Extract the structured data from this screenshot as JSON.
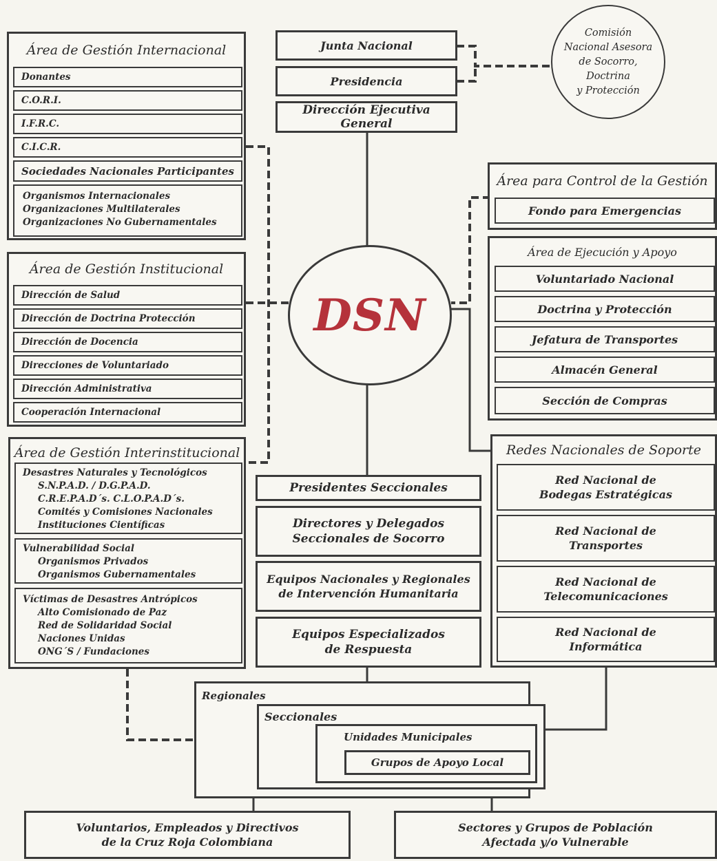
{
  "top": {
    "junta": "Junta Nacional",
    "presidencia": "Presidencia",
    "direccion": "Dirección Ejecutiva General",
    "comision": [
      "Comisión",
      "Nacional Asesora",
      "de Socorro,",
      "Doctrina",
      "y Protección"
    ]
  },
  "internacional": {
    "title": "Área de Gestión Internacional",
    "items": [
      "Donantes",
      "C.O.R.I.",
      "I.F.R.C.",
      "C.I.C.R."
    ],
    "sociedades": "Sociedades Nacionales Participantes",
    "organismos": [
      "Organismos Internacionales",
      "Organizaciones Multilaterales",
      "Organizaciones No Gubernamentales"
    ]
  },
  "institucional": {
    "title": "Área de Gestión Institucional",
    "items": [
      "Dirección de Salud",
      "Dirección de Doctrina Protección",
      "Dirección de Docencia",
      "Direcciones de Voluntariado",
      "Dirección Administrativa",
      "Cooperación Internacional"
    ]
  },
  "interinstitucional": {
    "title": "Área de Gestión Interinstitucional",
    "groups": [
      {
        "head": "Desastres Naturales y Tecnológicos",
        "items": [
          "S.N.P.A.D. / D.G.P.A.D.",
          "C.R.E.P.A.D´s. C.L.O.P.A.D´s.",
          "Comités y Comisiones Nacionales",
          "Instituciones Científicas"
        ]
      },
      {
        "head": "Vulnerabilidad Social",
        "items": [
          "Organismos Privados",
          "Organismos Gubernamentales"
        ]
      },
      {
        "head": "Víctimas de Desastres Antrópicos",
        "items": [
          "Alto Comisionado de Paz",
          "Red de Solidaridad Social",
          "Naciones Unidas",
          "ONG´S / Fundaciones"
        ]
      }
    ]
  },
  "center": {
    "label": "DSN"
  },
  "control": {
    "title": "Área para Control de la Gestión",
    "item": "Fondo para Emergencias"
  },
  "ejecucion": {
    "title": "Área de Ejecución y Apoyo",
    "items": [
      "Voluntariado Nacional",
      "Doctrina y Protección",
      "Jefatura de Transportes",
      "Almacén General",
      "Sección de Compras"
    ]
  },
  "redes": {
    "title": "Redes Nacionales de Soporte",
    "items": [
      [
        "Red Nacional de",
        "Bodegas Estratégicas"
      ],
      [
        "Red Nacional de",
        "Transportes"
      ],
      [
        "Red Nacional de",
        "Telecomunicaciones"
      ],
      [
        "Red Nacional de",
        "Informática"
      ]
    ]
  },
  "middle": {
    "presidentes": "Presidentes Seccionales",
    "directores": [
      "Directores y Delegados",
      "Seccionales de Socorro"
    ],
    "equipos": [
      "Equipos Nacionales y Regionales",
      "de Intervención Humanitaria"
    ],
    "especializados": [
      "Equipos Especializados",
      "de Respuesta"
    ]
  },
  "nested": {
    "regionales": "Regionales",
    "seccionales": "Seccionales",
    "unidades": "Unidades Municipales",
    "grupos": "Grupos de Apoyo Local"
  },
  "bottom": {
    "voluntarios": [
      "Voluntarios, Empleados y Directivos",
      "de la Cruz Roja Colombiana"
    ],
    "sectores": [
      "Sectores y Grupos de Población",
      "Afectada y/o Vulnerable"
    ]
  }
}
